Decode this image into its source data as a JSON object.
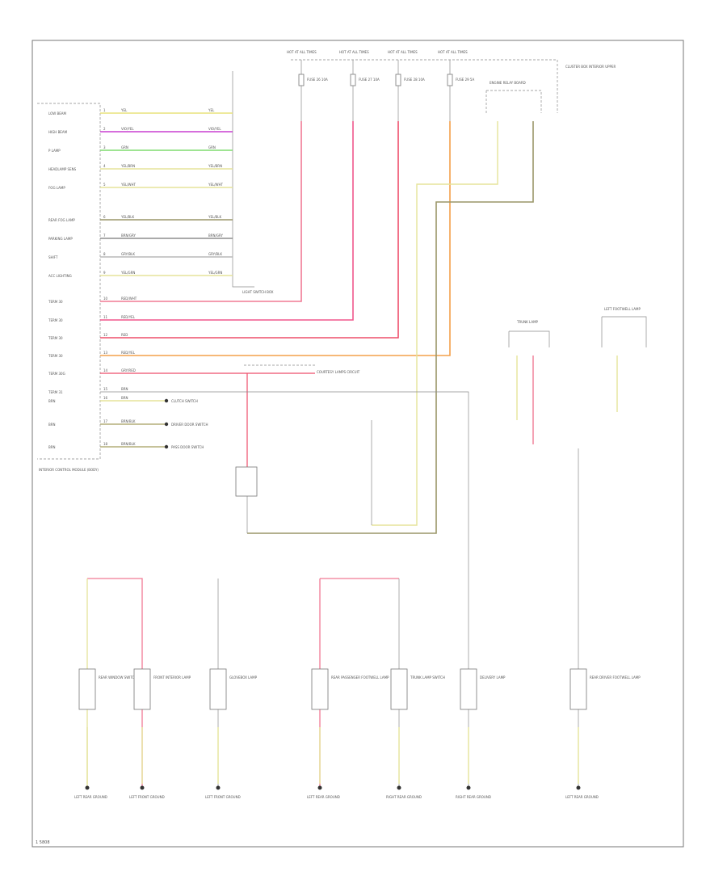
{
  "page": {
    "footer_code": "1 5808"
  },
  "colors": {
    "yellow": "#e9e27a",
    "violet": "#c83fd0",
    "green": "#7fdc6e",
    "yellow_pale": "#e5e39a",
    "brown_green": "#9a9668",
    "gray": "#8d8d8d",
    "gray_light": "#b8b8b8",
    "pink": "#f07a94",
    "pink_hot": "#f0568c",
    "red": "#ee4e6a",
    "orange": "#f4a04a",
    "olive": "#b3ad78",
    "black": "#333333"
  },
  "fuses": [
    {
      "id": "f1",
      "bus": "HOT AT ALL TIMES",
      "label": "FUSE 26 10A"
    },
    {
      "id": "f2",
      "bus": "HOT AT ALL TIMES",
      "label": "FUSE 27 10A"
    },
    {
      "id": "f3",
      "bus": "HOT AT ALL TIMES",
      "label": "FUSE 28 10A"
    },
    {
      "id": "f4",
      "bus": "HOT AT ALL TIMES",
      "label": "FUSE 29 5A"
    }
  ],
  "fusebox_label": "CLUSTER BOX INTERIOR UPPER",
  "relay_label": "ENGINE RELAY BOARD",
  "module_label": "INTERIOR CONTROL MODULE (BODY)",
  "lights_label": "LIGHT SWITCH BOX",
  "module_pins": [
    {
      "pin": "1",
      "name": "LOW BEAM",
      "wire": "YEL",
      "color": "#e9e27a"
    },
    {
      "pin": "2",
      "name": "HIGH BEAM",
      "wire": "VIO/YEL",
      "color": "#c83fd0"
    },
    {
      "pin": "3",
      "name": "P LAMP",
      "wire": "GRN",
      "color": "#7fdc6e"
    },
    {
      "pin": "4",
      "name": "HEADLAMP SENS",
      "wire": "YEL/BRN",
      "color": "#e5e39a"
    },
    {
      "pin": "5",
      "name": "FOG LAMP",
      "wire": "YEL/WHT",
      "color": "#e5e39a"
    },
    {
      "pin": "6",
      "name": "REAR FOG LAMP",
      "wire": "YEL/BLK",
      "color": "#9a9668"
    },
    {
      "pin": "7",
      "name": "PARKING LAMP",
      "wire": "BRN/GRY",
      "color": "#8d8d8d"
    },
    {
      "pin": "8",
      "name": "SHIFT",
      "wire": "GRY/BLK",
      "color": "#b8b8b8"
    },
    {
      "pin": "9",
      "name": "ACC LIGHTING",
      "wire": "YEL/GRN",
      "color": "#e5e39a"
    }
  ],
  "feed_pins": [
    {
      "pin": "10",
      "name": "TERM 30",
      "wire": "RED/WHT",
      "color": "#f07a94"
    },
    {
      "pin": "11",
      "name": "TERM 30",
      "wire": "RED/YEL",
      "color": "#f0568c"
    },
    {
      "pin": "12",
      "name": "TERM 30",
      "wire": "RED",
      "color": "#ee4e6a"
    },
    {
      "pin": "13",
      "name": "TERM 30",
      "wire": "RED/YEL",
      "color": "#f4a04a"
    },
    {
      "pin": "14",
      "name": "TERM 30G",
      "wire": "GRY/RED",
      "color": "#b8b8b8"
    },
    {
      "pin": "15",
      "name": "TERM 31",
      "wire": "BRN",
      "color": "#aaaaaa"
    }
  ],
  "output_pins": [
    {
      "pin": "16",
      "name": "BRN",
      "wire": "BRN",
      "color": "#e5e39a",
      "target": "CLUTCH SWITCH"
    },
    {
      "pin": "17",
      "name": "BRN",
      "wire": "BRN/BLK",
      "color": "#b3ad78",
      "target": "DRIVER DOOR SWITCH"
    },
    {
      "pin": "18",
      "name": "BRN",
      "wire": "BRN/BLK",
      "color": "#b3ad78",
      "target": "PASS DOOR SWITCH"
    }
  ],
  "splice_label": "COURTESY LAMPS CIRCUIT",
  "bottom_items": [
    {
      "id": "b1",
      "name": "REAR WINDOW SWITCH",
      "ground": "LEFT REAR GROUND"
    },
    {
      "id": "b2",
      "name": "FRONT INTERIOR LAMP",
      "ground": "LEFT FRONT GROUND"
    },
    {
      "id": "b3",
      "name": "GLOVEBOX LAMP",
      "ground": "LEFT FRONT GROUND"
    },
    {
      "id": "b4",
      "name": "REAR PASSENGER FOOTWELL LAMP",
      "ground": "LEFT REAR GROUND"
    },
    {
      "id": "b5",
      "name": "TRUNK LAMP SWITCH",
      "ground": "RIGHT REAR GROUND"
    },
    {
      "id": "b6",
      "name": "DELIVERY LAMP",
      "ground": "RIGHT REAR GROUND"
    },
    {
      "id": "b7",
      "name": "REAR DRIVER FOOTWELL LAMP",
      "ground": "LEFT REAR GROUND"
    }
  ],
  "side_items": [
    {
      "id": "s1",
      "name": "TRUNK LAMP"
    },
    {
      "id": "s2",
      "name": "LEFT FOOTWELL LAMP"
    }
  ]
}
